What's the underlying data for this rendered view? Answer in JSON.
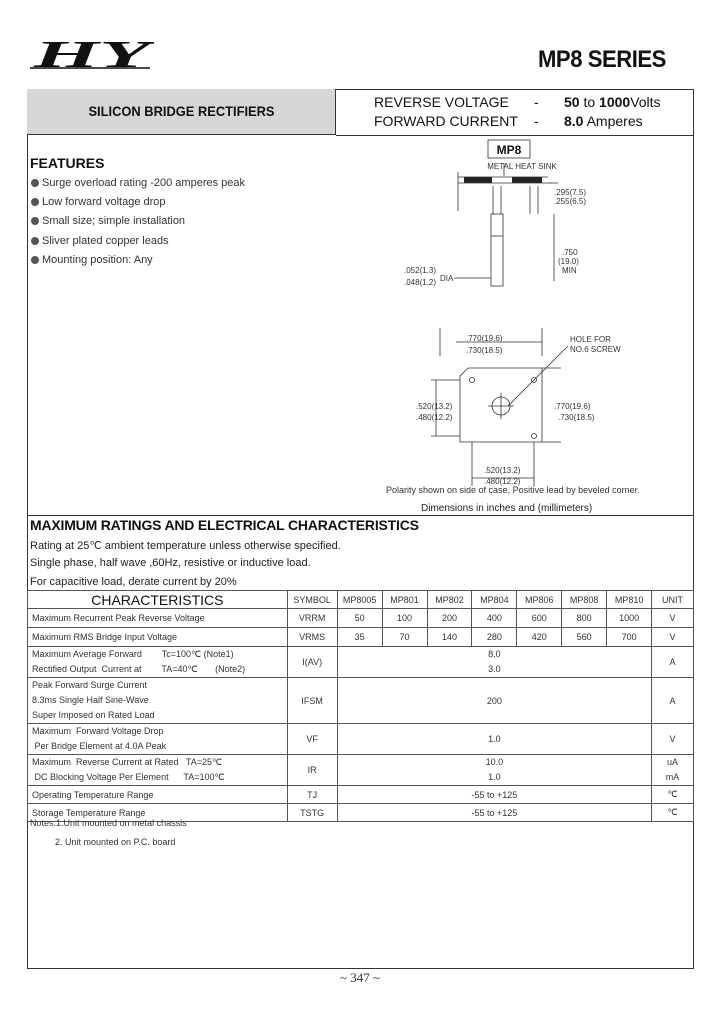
{
  "header": {
    "brand": "HY",
    "series": "MP8  SERIES",
    "product_type": "SILICON BRIDGE RECTIFIERS",
    "ratings": [
      {
        "label": "REVERSE VOLTAGE",
        "dash": "-",
        "value_bold": "50",
        "value_mid": " to ",
        "value_bold2": "1000",
        "unit": "Volts"
      },
      {
        "label": "FORWARD CURRENT",
        "dash": "-",
        "value_bold": "8.0",
        "value_mid": "",
        "value_bold2": "",
        "unit": " Amperes"
      }
    ]
  },
  "features": {
    "title": "FEATURES",
    "items": [
      "Surge overload rating -200 amperes peak",
      "Low forward voltage drop",
      "Small size; simple installation",
      "Sliver plated copper leads",
      "Mounting position: Any"
    ]
  },
  "diagram": {
    "package": "MP8",
    "heat_sink": "METAL HEAT SINK",
    "dim_a1": ".295(7.5)",
    "dim_a2": ".255(6.5)",
    "dim_b1": ".750",
    "dim_b2": "(19.0)",
    "dim_b3": "MIN",
    "dim_c1": ".052(1.3)",
    "dim_c2": ".048(1.2)",
    "dim_c3": "DIA",
    "dim_d1": ".770(19.6)",
    "dim_d2": ".730(18.5)",
    "hole1": "HOLE FOR",
    "hole2": "NO.6 SCREW",
    "dim_e1": ".520(13.2)",
    "dim_e2": ".480(12.2)",
    "dim_f1": ".770(19.6)",
    "dim_f2": ".730(18.5)",
    "dim_g1": ".520(13.2)",
    "dim_g2": ".480(12.2)",
    "polarity": "Polarity shown on side of case, Positive lead by beveled corner.",
    "dimensions_note": "Dimensions in inches and (millimeters)"
  },
  "ratings_section": {
    "title": "MAXIMUM RATINGS AND ELECTRICAL CHARACTERISTICS",
    "conditions": [
      "Rating at 25℃ ambient temperature unless otherwise specified.",
      "Single phase, half wave ,60Hz, resistive or inductive load.",
      "For capacitive load, derate current by 20%"
    ]
  },
  "table": {
    "headers": [
      "CHARACTERISTICS",
      "SYMBOL",
      "MP8005",
      "MP801",
      "MP802",
      "MP804",
      "MP806",
      "MP808",
      "MP810",
      "UNIT"
    ],
    "rows": [
      {
        "desc": [
          "Maximum Recurrent Peak Reverse Voltage"
        ],
        "symbol": "VRRM",
        "values": [
          "50",
          "100",
          "200",
          "400",
          "600",
          "800",
          "1000"
        ],
        "unit": "V"
      },
      {
        "desc": [
          "Maximum RMS Bridge Input Voltage"
        ],
        "symbol": "VRMS",
        "values": [
          "35",
          "70",
          "140",
          "280",
          "420",
          "560",
          "700"
        ],
        "unit": "V"
      },
      {
        "desc": [
          "Maximum Average Forward        Tc=100℃ (Note1)",
          "Rectified Output  Current at        TA=40℃       (Note2)"
        ],
        "symbol": "I(AV)",
        "merged": [
          "8.0",
          "3.0"
        ],
        "unit": "A"
      },
      {
        "desc": [
          "Peak Forward Surge Current",
          "8.3ms Single Half Sine-Wave",
          "Super Imposed on Rated Load"
        ],
        "symbol": "IFSM",
        "merged": [
          "200"
        ],
        "unit": "A"
      },
      {
        "desc": [
          "Maximum  Forward Voltage Drop",
          " Per Bridge Element at 4.0A Peak"
        ],
        "symbol": "VF",
        "merged": [
          "1.0"
        ],
        "unit": "V"
      },
      {
        "desc": [
          "Maximum  Reverse Current at Rated   TA=25℃",
          " DC Blocking Voltage Per Element      TA=100℃"
        ],
        "symbol": "IR",
        "merged": [
          "10.0",
          "1.0"
        ],
        "unit2": [
          "uA",
          "mA"
        ]
      },
      {
        "desc": [
          "Operating Temperature Range"
        ],
        "symbol": "TJ",
        "merged": [
          "-55 to +125"
        ],
        "unit": "℃"
      },
      {
        "desc": [
          "Storage Temperature Range"
        ],
        "symbol": "TSTG",
        "merged": [
          "-55 to +125"
        ],
        "unit": "℃"
      }
    ]
  },
  "notes": {
    "line1": "Notes:1.Unit mounted on metal chassis",
    "line2": "2. Unit mounted on P.C. board"
  },
  "footer": {
    "page": "~ 347 ~"
  }
}
